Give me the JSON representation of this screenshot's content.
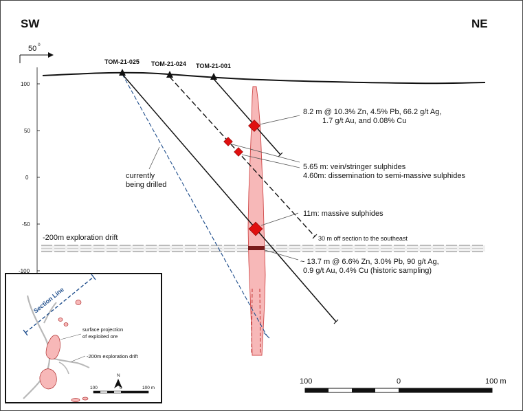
{
  "orientation": {
    "left": "SW",
    "right": "NE",
    "azimuth": "50",
    "azimuth_unit": "0"
  },
  "drillholes": [
    {
      "id": "TOM-21-025"
    },
    {
      "id": "TOM-21-024"
    },
    {
      "id": "TOM-21-001"
    }
  ],
  "elevation_ticks": [
    "100",
    "50",
    "0",
    "-50",
    "-100"
  ],
  "annotations": {
    "intercept_001_line1": "8.2 m @ 10.3% Zn, 4.5% Pb, 66.2 g/t Ag,",
    "intercept_001_line2": "1.7 g/t Au, and 0.08% Cu",
    "intercept_024_line1": "5.65 m: vein/stringer sulphides",
    "intercept_024_line2": "4.60m: dissemination to semi-massive sulphides",
    "intercept_025": "11m: massive sulphides",
    "historic_line1": "~ 13.7 m @ 6.6% Zn, 3.0% Pb, 90 g/t Ag,",
    "historic_line2": "0.9 g/t Au, 0.4% Cu (historic sampling)",
    "offset_note": "30 m off section to the southeast",
    "drift_label": "-200m exploration drift",
    "drilling_line1": "currently",
    "drilling_line2": "being drilled"
  },
  "scale_bar": {
    "left": "100",
    "mid": "0",
    "right": "100 m"
  },
  "inset": {
    "section_line": "Section Line",
    "ore_line1": "surface projection",
    "ore_line2": "of exploited ore",
    "drift": "-200m exploration drift",
    "north": "N",
    "scale_left": "100",
    "scale_mid": "0",
    "scale_right": "100 m"
  },
  "colors": {
    "ore_zone": "#f7b8b8",
    "ore_outline": "#d04848",
    "intercept_marker": "#e01010",
    "drilling_trace": "#1f4e8c",
    "drift": "#bbbbbb"
  }
}
